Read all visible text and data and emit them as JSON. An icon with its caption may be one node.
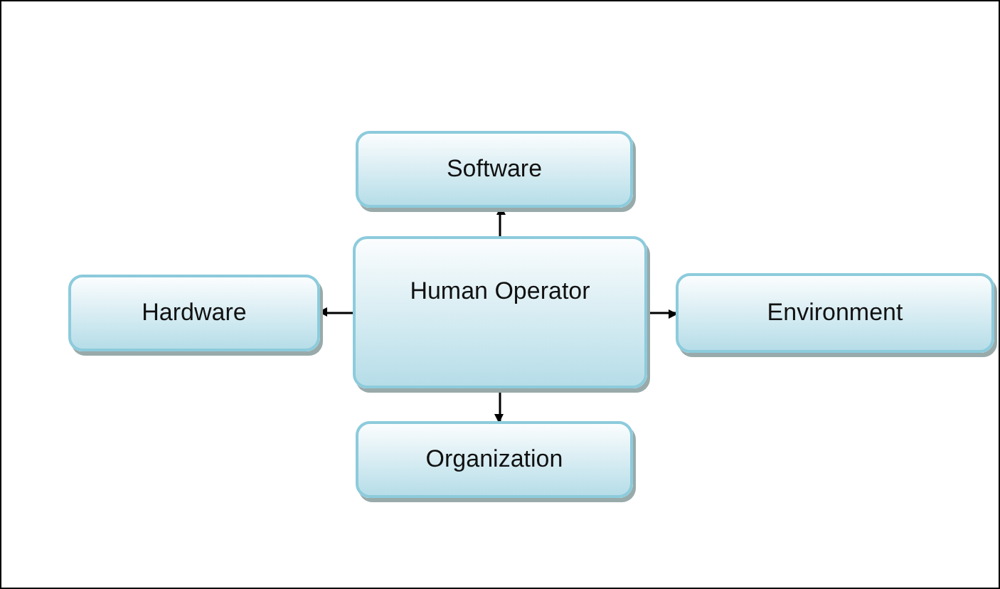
{
  "diagram": {
    "nodes": [
      {
        "text": [
          "Software"
        ]
      },
      {
        "text": [
          "Hardware"
        ]
      },
      {
        "text": [
          "Human Operator"
        ]
      },
      {
        "text": [
          "Environment"
        ]
      },
      {
        "text": [
          "Organization"
        ]
      }
    ],
    "edges": [
      {
        "from": 2,
        "to": 0,
        "arrow": "to"
      },
      {
        "from": 2,
        "to": 1,
        "arrow": "to"
      },
      {
        "from": 2,
        "to": 3,
        "arrow": "to"
      },
      {
        "from": 2,
        "to": 4,
        "arrow": "to"
      }
    ]
  }
}
